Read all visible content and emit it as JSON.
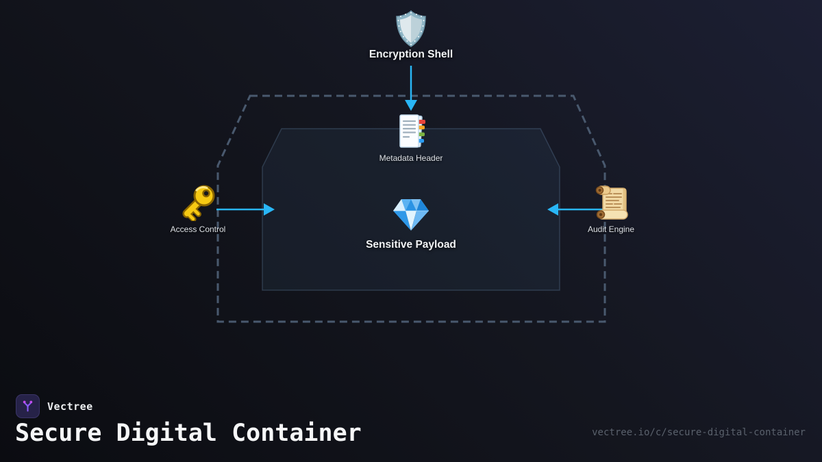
{
  "brand": {
    "name": "Vectree",
    "title": "Secure Digital Container",
    "url": "vectree.io/c/secure-digital-container"
  },
  "diagram": {
    "nodes": {
      "encryption_shell": {
        "label": "Encryption Shell",
        "icon": "shield-icon"
      },
      "metadata_header": {
        "label": "Metadata Header",
        "icon": "bookmark-tabs-icon"
      },
      "sensitive_payload": {
        "label": "Sensitive Payload",
        "icon": "gem-icon"
      },
      "access_control": {
        "label": "Access Control",
        "icon": "key-icon"
      },
      "audit_engine": {
        "label": "Audit Engine",
        "icon": "scroll-icon"
      }
    },
    "arrows": [
      {
        "from": "encryption_shell",
        "direction": "down"
      },
      {
        "from": "access_control",
        "direction": "right"
      },
      {
        "from": "audit_engine",
        "direction": "left"
      }
    ],
    "colors": {
      "background_light": "#1c1f33",
      "background_dark": "#0b0c11",
      "dashed_border": "#49596e",
      "arrow": "#29b6f6",
      "panel_border": "#3e5670",
      "label_text": "#dde1e6",
      "title_text": "#f6f7f8",
      "url_text": "#5a616c",
      "logo_bg": "#262248",
      "logo_glyph": "#8b5cf6"
    }
  }
}
